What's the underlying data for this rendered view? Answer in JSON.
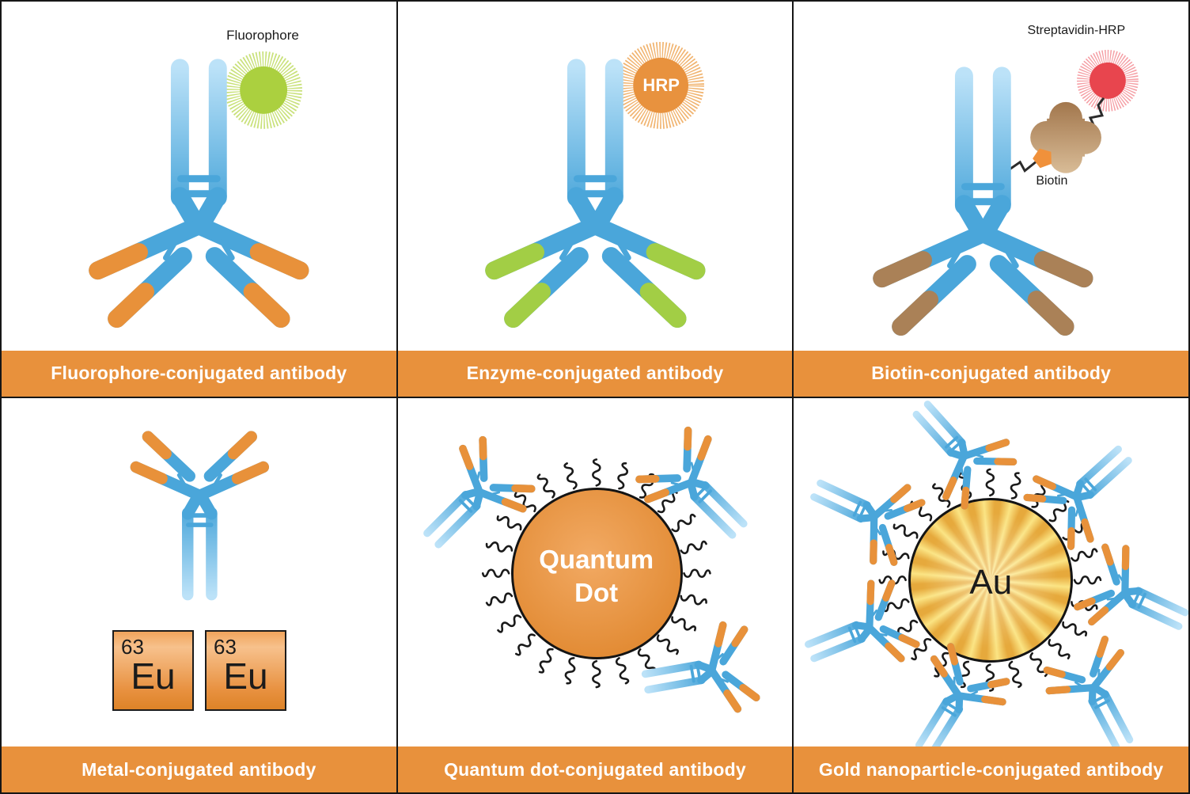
{
  "figure": {
    "description": "Six-panel diagram of antibody conjugation formats",
    "rows": 2,
    "columns": 3
  },
  "colors": {
    "accent_orange": "#E8913C",
    "ab_blue": "#4AA6DA",
    "ab_blue_light": "#BCE2F8",
    "tip_orange": "#E8913A",
    "tip_green": "#A2CE45",
    "tip_brown": "#AA8157",
    "fluor_green": "#ABD03F",
    "fluor_spike": "#C3DE6B",
    "hrp_orange": "#E8923E",
    "hrp_spike": "#EFAC61",
    "red": "#E8454E",
    "red_spike": "#F4939A",
    "tan_dark": "#A0744A",
    "tan_light": "#DCC09B",
    "biotin_orange": "#F0913B",
    "qd_light": "#F2AA64",
    "qd_dark": "#E0872E",
    "gold_light": "#FBE483",
    "gold_dark": "#E6A93C",
    "ink": "#1B1B1B"
  },
  "panels": [
    {
      "id": "fluorophore",
      "caption": "Fluorophore-conjugated antibody",
      "tag_label": "Fluorophore"
    },
    {
      "id": "enzyme",
      "caption": "Enzyme-conjugated antibody",
      "enzyme_label": "HRP"
    },
    {
      "id": "biotin",
      "caption": "Biotin-conjugated antibody",
      "conjugate_label": "Streptavidin-HRP",
      "biotin_label": "Biotin"
    },
    {
      "id": "metal",
      "caption": "Metal-conjugated antibody",
      "element": {
        "atomic_number": "63",
        "symbol": "Eu"
      }
    },
    {
      "id": "quantum-dot",
      "caption": "Quantum dot-conjugated antibody",
      "particle_label": "Quantum Dot",
      "particle_label_lines": [
        "Quantum",
        "Dot"
      ]
    },
    {
      "id": "gold",
      "caption": "Gold nanoparticle-conjugated antibody",
      "particle_label": "Au"
    }
  ]
}
